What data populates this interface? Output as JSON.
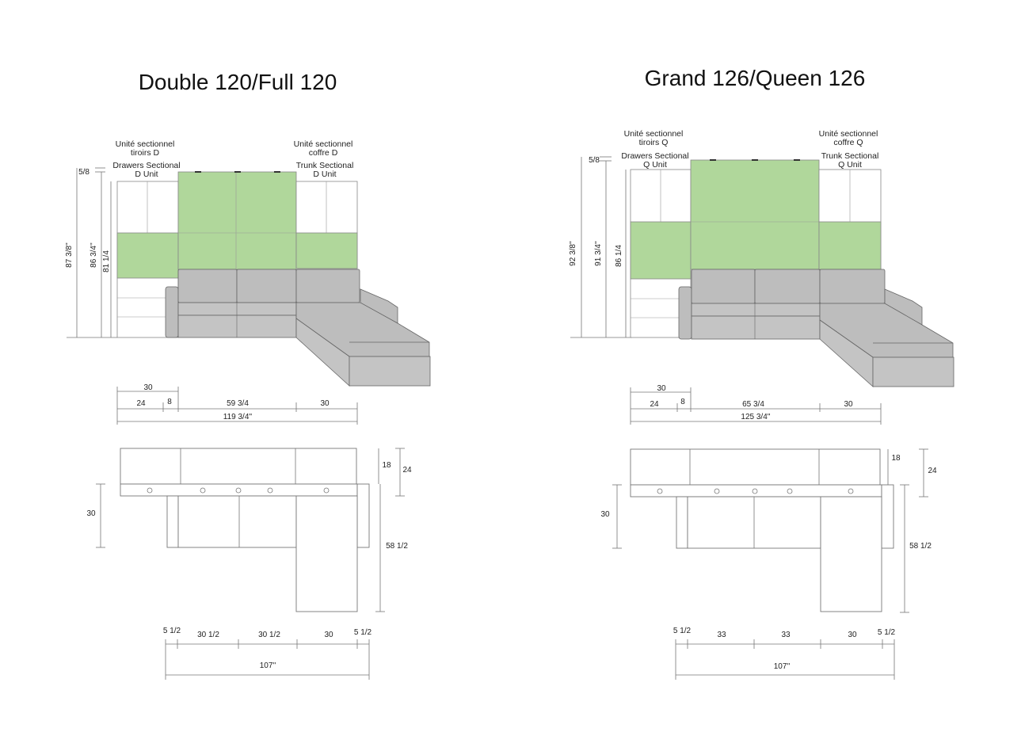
{
  "layouts": [
    {
      "id": "double",
      "title": "Double 120/Full 120",
      "left_unit_fr_1": "Unité sectionnel",
      "left_unit_fr_2": "tiroirs D",
      "left_unit_en_1": "Drawers Sectional",
      "left_unit_en_2": "D Unit",
      "right_unit_fr_1": "Unité sectionnel",
      "right_unit_fr_2": "coffre D",
      "right_unit_en_1": "Trunk Sectional",
      "right_unit_en_2": "D Unit",
      "h_top": "5/8",
      "h_total": "87 3/8''",
      "h_mid": "86 3/4''",
      "h_inner": "81 1/4",
      "w_30_top": "30",
      "w_24": "24",
      "w_8": "8",
      "w_center": "59 3/4",
      "w_right": "30",
      "w_total": "119 3/4''",
      "p_18": "18",
      "p_24": "24",
      "p_30": "30",
      "p_58": "58 1/2",
      "b_1": "5 1/2",
      "b_2": "30 1/2",
      "b_3": "30 1/2",
      "b_4": "30",
      "b_5": "5 1/2",
      "b_total": "107''"
    },
    {
      "id": "queen",
      "title": "Grand 126/Queen 126",
      "left_unit_fr_1": "Unité sectionnel",
      "left_unit_fr_2": "tiroirs Q",
      "left_unit_en_1": "Drawers Sectional",
      "left_unit_en_2": "Q Unit",
      "right_unit_fr_1": "Unité sectionnel",
      "right_unit_fr_2": "coffre Q",
      "right_unit_en_1": "Trunk Sectional",
      "right_unit_en_2": "Q Unit",
      "h_top": "5/8",
      "h_total": "92 3/8''",
      "h_mid": "91 3/4''",
      "h_inner": "86 1/4",
      "w_30_top": "30",
      "w_24": "24",
      "w_8": "8",
      "w_center": "65 3/4",
      "w_right": "30",
      "w_total": "125 3/4''",
      "p_18": "18",
      "p_24": "24",
      "p_30": "30",
      "p_58": "58 1/2",
      "b_1": "5 1/2",
      "b_2": "33",
      "b_3": "33",
      "b_4": "30",
      "b_5": "5 1/2",
      "b_total": "107''"
    }
  ]
}
